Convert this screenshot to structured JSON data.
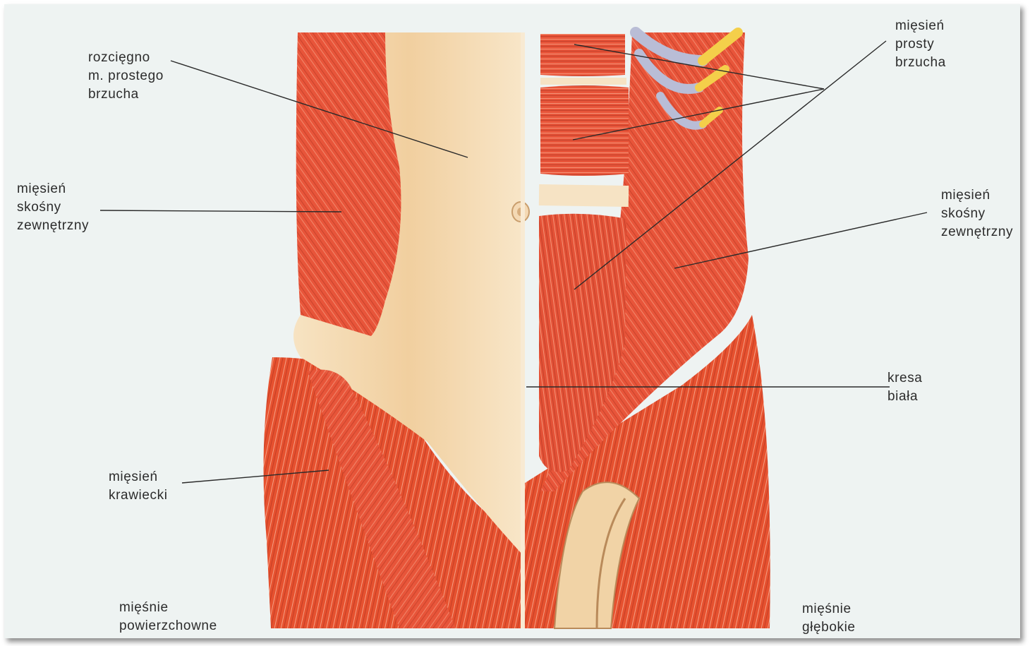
{
  "labels": {
    "rectus_sheath": [
      "rozcięgno",
      "m. prostego",
      "brzucha"
    ],
    "external_oblique_left": [
      "mięsień",
      "skośny",
      "zewnętrzny"
    ],
    "sartorius": [
      "mięsień",
      "krawiecki"
    ],
    "superficial": [
      "mięśnie",
      "powierzchowne"
    ],
    "rectus_abdominis": [
      "mięsień",
      "prosty",
      "brzucha"
    ],
    "external_oblique_right": [
      "mięsień",
      "skośny",
      "zewnętrzny"
    ],
    "linea_alba": [
      "kresa",
      "biała"
    ],
    "deep": [
      "mięśnie",
      "głębokie"
    ]
  },
  "colors": {
    "background": "#eef3f2",
    "muscle": "#e8553a",
    "muscle_dark": "#c9432c",
    "muscle_light": "#f48b6d",
    "fascia": "#f6dcb2",
    "skin_shadow": "#efc896",
    "rib_bone": "#b9bdd6",
    "cartilage": "#f4cf4a",
    "leader_line": "#2a2a2a",
    "text": "#2c2c2c"
  }
}
